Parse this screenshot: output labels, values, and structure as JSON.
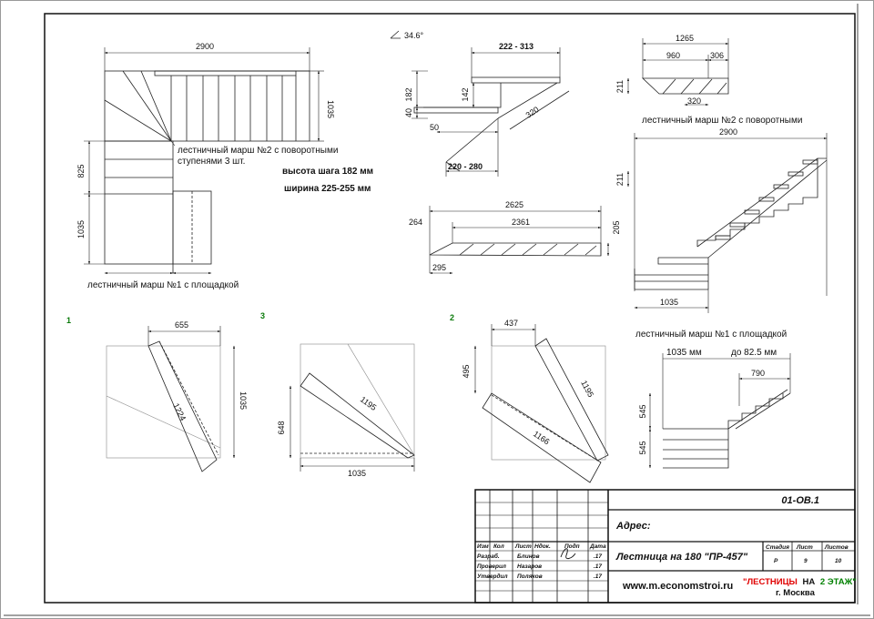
{
  "drawing": {
    "angle": "34.6°",
    "plan": {
      "dim_top": "2900",
      "dim_right": "1035",
      "dim_left_upper": "825",
      "dim_left_lower": "1035",
      "note_march2": "лестничный марш №2 с поворотными",
      "note_march2_line2": "ступенями 3 шт.",
      "step_height": "высота шага 182 мм",
      "step_width": "ширина 225-255 мм",
      "label_march1": "лестничный марш №1 с площадкой"
    },
    "detail_step": {
      "d_top": "222 - 313",
      "d_182": "182",
      "d_142": "142",
      "d_40": "40",
      "d_50": "50",
      "d_320": "320",
      "d_bottom": "220 - 280"
    },
    "stringer_long": {
      "d_total": "2625",
      "d_inner": "2361",
      "d_left": "264",
      "d_bottom": "295",
      "d_right": "205"
    },
    "winder_elev": {
      "d_total": "1265",
      "d_960": "960",
      "d_306": "306",
      "d_211": "211",
      "d_320": "320"
    },
    "caption_march2": "лестничный марш №2 с поворотными",
    "elevation": {
      "d_top": "2900",
      "d_211": "211",
      "d_bottom": "1035"
    },
    "caption_march1": "лестничный марш №1 с площадкой",
    "march1_elev": {
      "d_left": "1035 мм",
      "d_right": "до 82.5 мм",
      "d_790": "790",
      "d_545a": "545",
      "d_545b": "545"
    },
    "panel1": {
      "num": "1",
      "d_top": "655",
      "d_diag": "1224",
      "d_right": "1035"
    },
    "panel3": {
      "num": "3",
      "d_diag": "1195",
      "d_left": "648",
      "d_bottom": "1035"
    },
    "panel2": {
      "num": "2",
      "d_top": "437",
      "d_left": "495",
      "d_diag1": "1195",
      "d_diag2": "1166"
    }
  },
  "title_block": {
    "code": "01-ОВ.1",
    "address_label": "Адрес:",
    "headers": [
      "Изм",
      "Кол",
      "Лист",
      "Ндок.",
      "Подп",
      "Дата"
    ],
    "rows": [
      {
        "role": "Разраб.",
        "name": "Блинов",
        "date": ".17"
      },
      {
        "role": "Проверил",
        "name": "Назаров",
        "date": ".17"
      },
      {
        "role": "Утвердил",
        "name": "Поляков",
        "date": ".17"
      }
    ],
    "title": "Лестница на 180 \"ПР-457\"",
    "stage_headers": [
      "Стадия",
      "Лист",
      "Листов"
    ],
    "stage_values": [
      "Р",
      "9",
      "10"
    ],
    "website": "www.m.economstroi.ru",
    "brand_a": "\"ЛЕСТНИЦЫ",
    "brand_b": "НА",
    "brand_c": "2 ЭТАЖ\"",
    "city": "г. Москва",
    "colors": {
      "red": "#e00000",
      "green": "#008000"
    }
  }
}
